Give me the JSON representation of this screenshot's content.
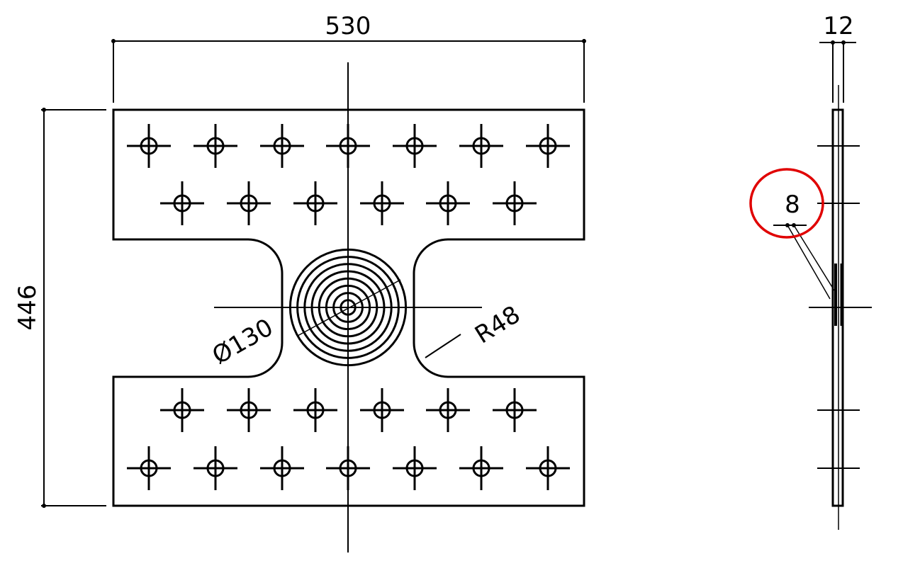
{
  "front_view": {
    "width_dim": "530",
    "height_dim": "446",
    "diameter_dim": "Ø130",
    "radius_dim": "R48"
  },
  "side_view": {
    "thickness_dim": "12",
    "inner_dim": "8"
  },
  "colors": {
    "line": "#000000",
    "highlight": "#e00000"
  }
}
